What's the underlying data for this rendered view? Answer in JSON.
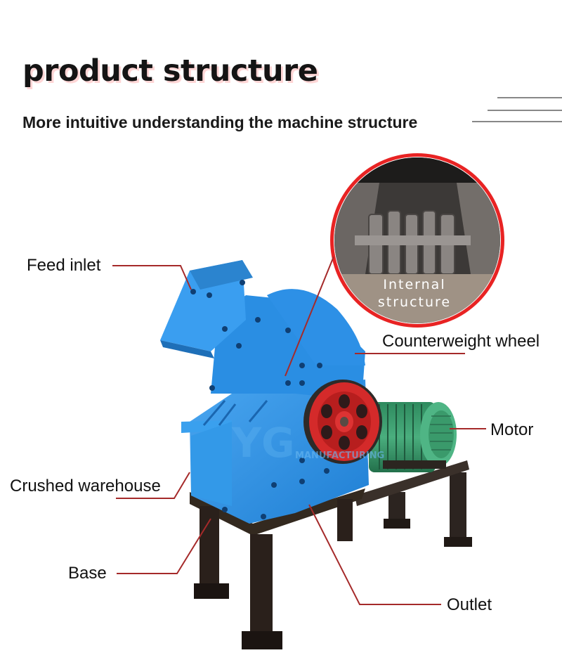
{
  "header": {
    "title": "product structure",
    "subtitle": "More intuitive understanding the machine structure"
  },
  "inset": {
    "caption_line1": "Internal",
    "caption_line2": "structure"
  },
  "labels": {
    "feed_inlet": "Feed inlet",
    "counterweight_wheel": "Counterweight wheel",
    "motor": "Motor",
    "crushed_warehouse": "Crushed warehouse",
    "base": "Base",
    "outlet": "Outlet"
  },
  "colors": {
    "leader_line": "#a52a2a",
    "machine_body": "#2b8fe0",
    "wheel": "#d42a2a",
    "motor": "#3e9a6e",
    "frame": "#2c2420"
  }
}
